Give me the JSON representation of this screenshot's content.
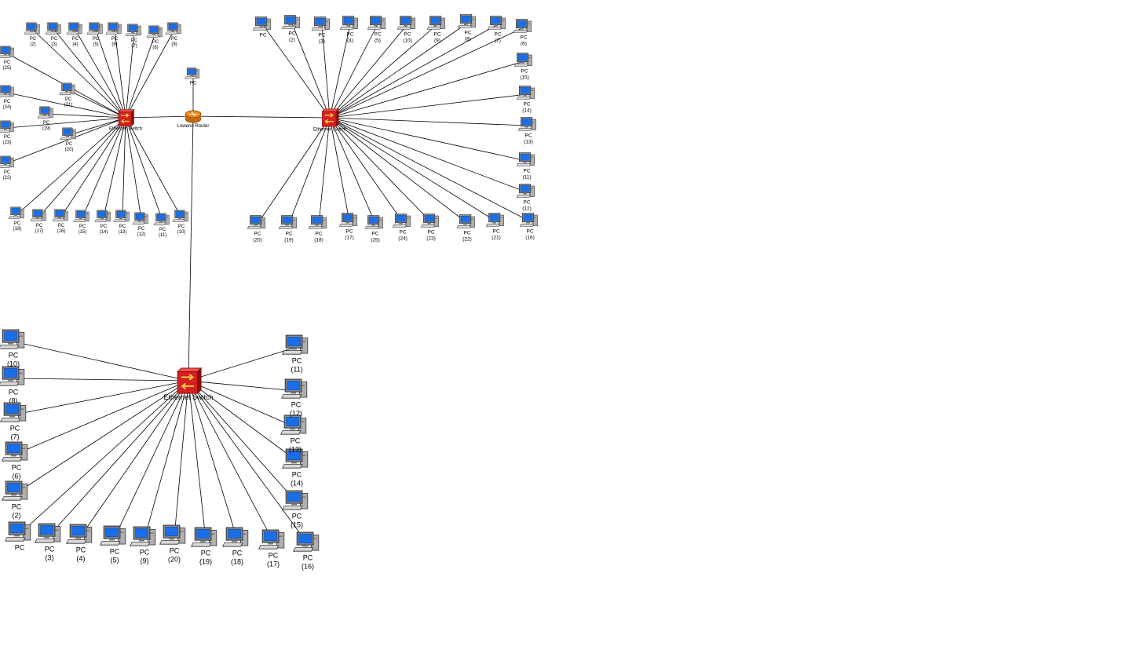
{
  "colors": {
    "link": "#000000",
    "switch": "#d42020",
    "switch_dark": "#8a0f0f",
    "router": "#f08a1a",
    "monitor_body": "#8c8c8c",
    "monitor_screen": "#1a6fe8",
    "label": "#000000"
  },
  "router": {
    "label": "Lowend Router",
    "icon": "router-icon"
  },
  "router_pc": {
    "label": "PC"
  },
  "switches": [
    {
      "id": "sw1",
      "label": "Ethernet Switch",
      "icon": "ethernet-switch-icon",
      "pcs": [
        {
          "label": "PC",
          "num": "(2)"
        },
        {
          "label": "PC",
          "num": "(3)"
        },
        {
          "label": "PC",
          "num": "(4)"
        },
        {
          "label": "PC",
          "num": "(5)"
        },
        {
          "label": "PC",
          "num": "(6)"
        },
        {
          "label": "PC",
          "num": "(7)"
        },
        {
          "label": "PC",
          "num": "(8)"
        },
        {
          "label": "PC",
          "num": "(9)"
        },
        {
          "label": "PC",
          "num": "(25)"
        },
        {
          "label": "PC",
          "num": "(24)"
        },
        {
          "label": "PC",
          "num": "(23)"
        },
        {
          "label": "PC",
          "num": "(22)"
        },
        {
          "label": "PC",
          "num": "(21)"
        },
        {
          "label": "PC",
          "num": "(19)"
        },
        {
          "label": "PC",
          "num": "(20)"
        },
        {
          "label": "PC",
          "num": "(18)"
        },
        {
          "label": "PC",
          "num": "(17)"
        },
        {
          "label": "PC",
          "num": "(16)"
        },
        {
          "label": "PC",
          "num": "(15)"
        },
        {
          "label": "PC",
          "num": "(14)"
        },
        {
          "label": "PC",
          "num": "(13)"
        },
        {
          "label": "PC",
          "num": "(12)"
        },
        {
          "label": "PC",
          "num": "(11)"
        },
        {
          "label": "PC",
          "num": "(10)"
        }
      ]
    },
    {
      "id": "sw2",
      "label": "Ethernet Switch",
      "icon": "ethernet-switch-icon",
      "pcs": [
        {
          "label": "PC",
          "num": ""
        },
        {
          "label": "PC",
          "num": "(2)"
        },
        {
          "label": "PC",
          "num": "(3)"
        },
        {
          "label": "PC",
          "num": "(4)"
        },
        {
          "label": "PC",
          "num": "(5)"
        },
        {
          "label": "PC",
          "num": "(10)"
        },
        {
          "label": "PC",
          "num": "(9)"
        },
        {
          "label": "PC",
          "num": "(8)"
        },
        {
          "label": "PC",
          "num": "(7)"
        },
        {
          "label": "PC",
          "num": "(6)"
        },
        {
          "label": "PC",
          "num": "(15)"
        },
        {
          "label": "PC",
          "num": "(14)"
        },
        {
          "label": "PC",
          "num": "(13)"
        },
        {
          "label": "PC",
          "num": "(11)"
        },
        {
          "label": "PC",
          "num": "(12)"
        },
        {
          "label": "PC",
          "num": "(16)"
        },
        {
          "label": "PC",
          "num": "(20)"
        },
        {
          "label": "PC",
          "num": "(19)"
        },
        {
          "label": "PC",
          "num": "(18)"
        },
        {
          "label": "PC",
          "num": "(17)"
        },
        {
          "label": "PC",
          "num": "(25)"
        },
        {
          "label": "PC",
          "num": "(24)"
        },
        {
          "label": "PC",
          "num": "(23)"
        },
        {
          "label": "PC",
          "num": "(22)"
        },
        {
          "label": "PC",
          "num": "(21)"
        }
      ]
    },
    {
      "id": "sw3",
      "label": "Ethernet Switch",
      "icon": "ethernet-switch-icon",
      "pcs": [
        {
          "label": "PC",
          "num": "(10)"
        },
        {
          "label": "PC",
          "num": "(8)"
        },
        {
          "label": "PC",
          "num": "(7)"
        },
        {
          "label": "PC",
          "num": "(6)"
        },
        {
          "label": "PC",
          "num": "(2)"
        },
        {
          "label": "PC",
          "num": ""
        },
        {
          "label": "PC",
          "num": "(3)"
        },
        {
          "label": "PC",
          "num": "(4)"
        },
        {
          "label": "PC",
          "num": "(5)"
        },
        {
          "label": "PC",
          "num": "(9)"
        },
        {
          "label": "PC",
          "num": "(20)"
        },
        {
          "label": "PC",
          "num": "(19)"
        },
        {
          "label": "PC",
          "num": "(18)"
        },
        {
          "label": "PC",
          "num": "(17)"
        },
        {
          "label": "PC",
          "num": "(16)"
        },
        {
          "label": "PC",
          "num": "(15)"
        },
        {
          "label": "PC",
          "num": "(14)"
        },
        {
          "label": "PC",
          "num": "(13)"
        },
        {
          "label": "PC",
          "num": "(12)"
        },
        {
          "label": "PC",
          "num": "(11)"
        }
      ]
    }
  ]
}
